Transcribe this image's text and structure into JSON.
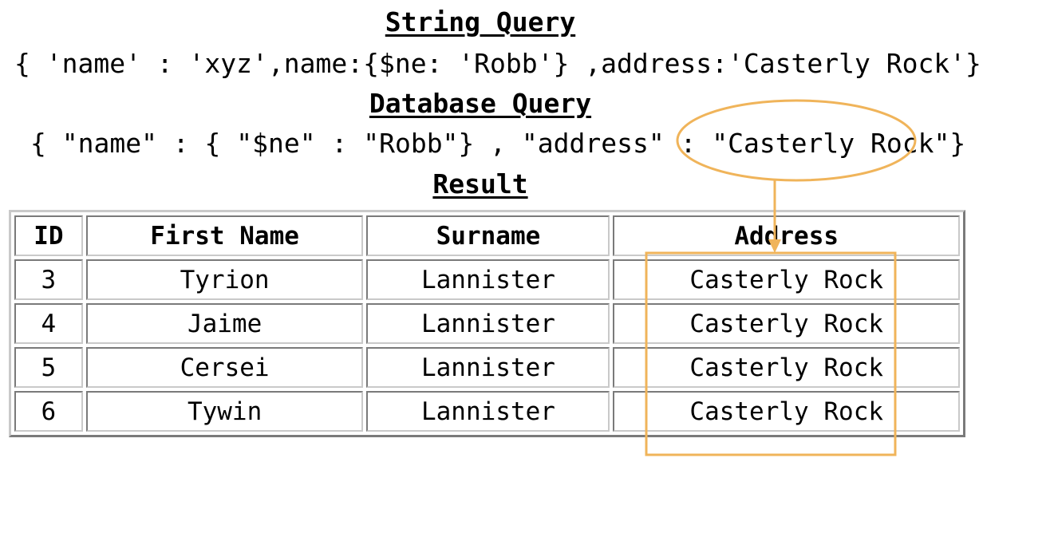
{
  "string_query": {
    "heading": "String Query",
    "text": "{ 'name' : 'xyz',name:{$ne: 'Robb'} ,address:'Casterly Rock'}"
  },
  "database_query": {
    "heading": "Database Query",
    "text": "{ \"name\" : { \"$ne\" : \"Robb\"} , \"address\" : \"Casterly Rock\"}"
  },
  "result": {
    "heading": "Result",
    "columns": [
      "ID",
      "First Name",
      "Surname",
      "Address"
    ],
    "rows": [
      [
        "3",
        "Tyrion",
        "Lannister",
        "Casterly Rock"
      ],
      [
        "4",
        "Jaime",
        "Lannister",
        "Casterly Rock"
      ],
      [
        "5",
        "Cersei",
        "Lannister",
        "Casterly Rock"
      ],
      [
        "6",
        "Tywin",
        "Lannister",
        "Casterly Rock"
      ]
    ]
  },
  "colors": {
    "annotation": "#f0b45a",
    "table_border_light": "#c9c9c9",
    "table_border_dark": "#7a7a7a"
  }
}
